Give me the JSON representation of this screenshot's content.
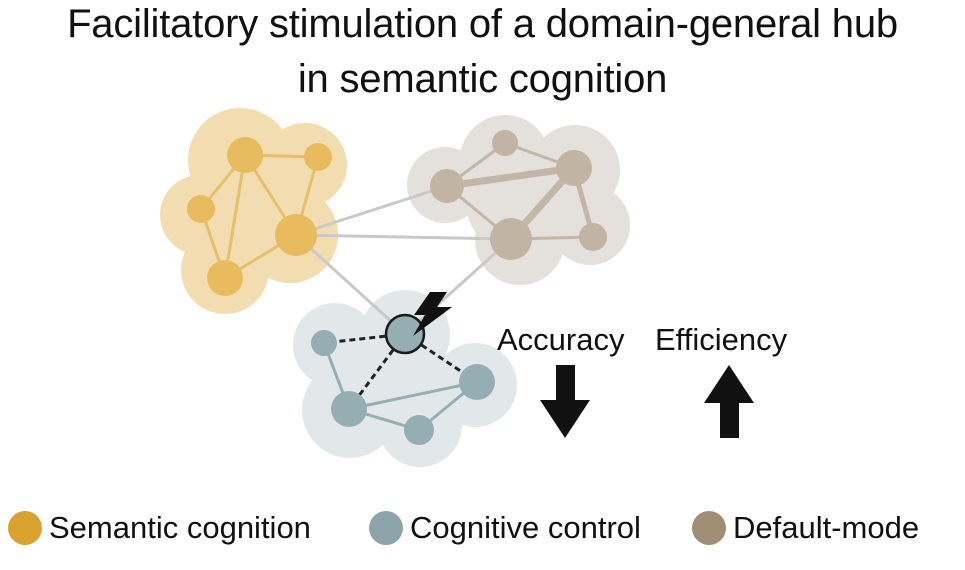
{
  "title": {
    "line1": "Facilitatory stimulation of a domain-general hub",
    "line2": "in semantic cognition"
  },
  "colors": {
    "semantic": "#d9a22e",
    "semantic_blob": "#f2ddb1",
    "control": "#8ea4ab",
    "control_blob": "#e2e8ea",
    "default_mode": "#a49a8c",
    "default_blob": "#e4e0db",
    "link": "#c9c9c9"
  },
  "metrics": [
    {
      "label": "Accuracy",
      "direction": "down",
      "icon": "arrow-down-icon"
    },
    {
      "label": "Efficiency",
      "direction": "up",
      "icon": "arrow-up-icon"
    }
  ],
  "stimulation_icon": "lightning-bolt-icon",
  "legend": [
    {
      "label": "Semantic cognition",
      "color": "#d9a22e"
    },
    {
      "label": "Cognitive control",
      "color": "#8ea4ab"
    },
    {
      "label": "Default-mode",
      "color": "#a08e74"
    }
  ]
}
